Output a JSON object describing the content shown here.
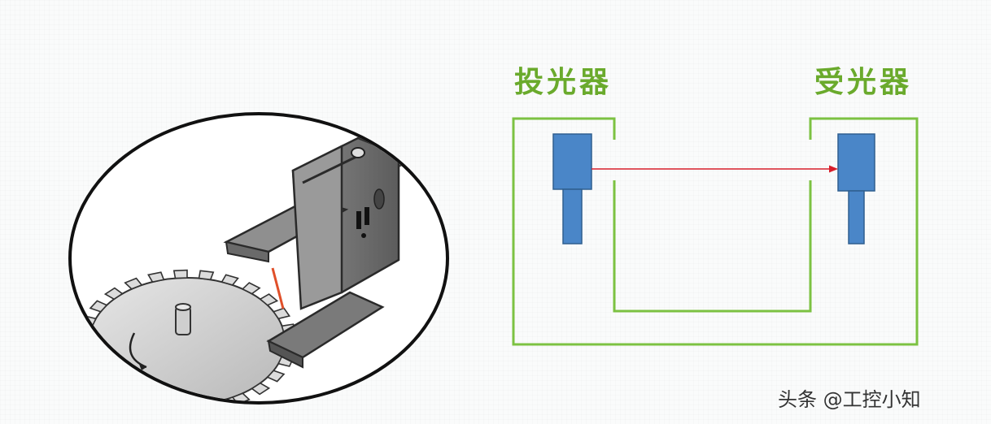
{
  "diagram": {
    "emitter_label": "投光器",
    "receiver_label": "受光器",
    "label_color": "#6aaa2c",
    "frame_color": "#7cc242",
    "sensor_color": "#4a86c8",
    "sensor_border": "#2f5f8f",
    "beam_color": "#d81e2a"
  },
  "illustration": {
    "subject": "slot-sensor-with-toothed-wheel"
  },
  "watermark": {
    "text": "头条 @工控小知"
  }
}
